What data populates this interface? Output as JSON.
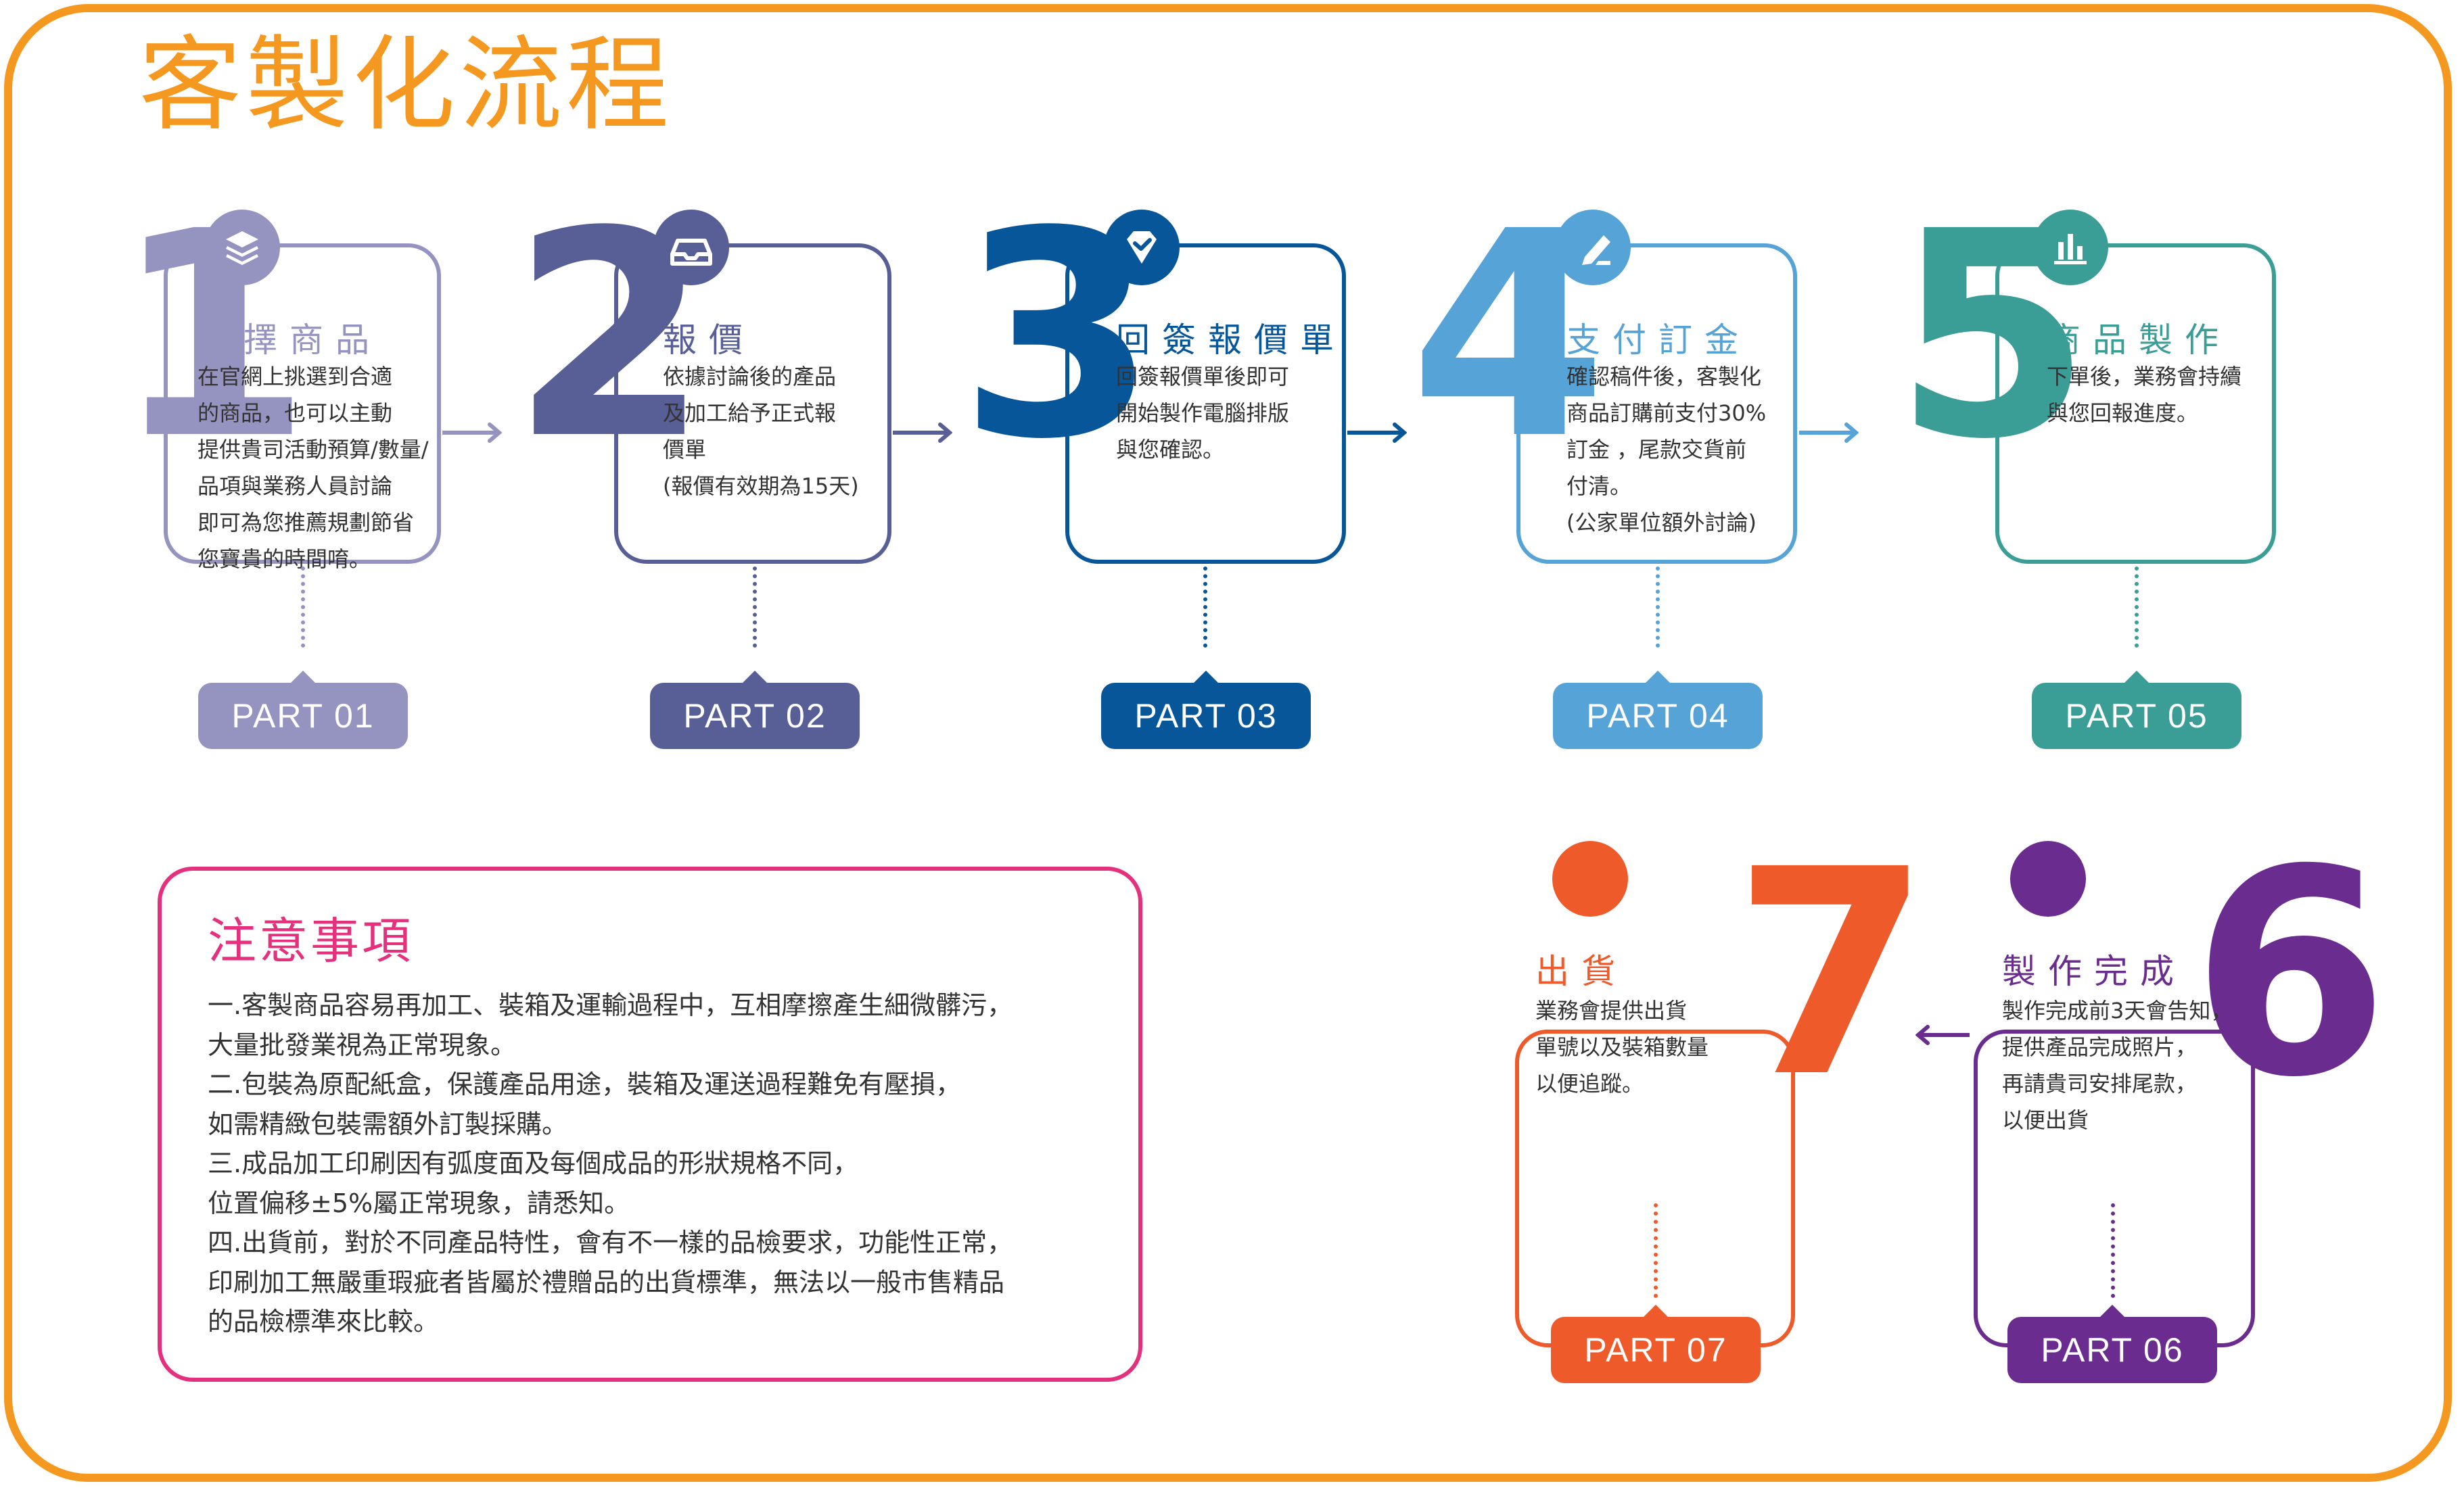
{
  "title": "客製化流程",
  "colors": {
    "frame": "#f5981f",
    "step1": "#9593bf",
    "step2": "#575f96",
    "step3": "#08569a",
    "step4": "#56a3d8",
    "step5": "#3a9e96",
    "step6": "#6a2d8f",
    "step7": "#ef5a2a",
    "notes": "#e5307e",
    "text": "#333333"
  },
  "steps": [
    {
      "number": "1",
      "title": "選擇商品",
      "description": [
        "在官網上挑選到合適",
        "的商品，也可以主動",
        "提供貴司活動預算/數量/",
        "品項與業務人員討論",
        "即可為您推薦規劃節省",
        "您寶貴的時間唷。"
      ],
      "part_label": "PART 01",
      "icon": "layers-icon"
    },
    {
      "number": "2",
      "title": "報價",
      "description": [
        "依據討論後的產品",
        "及加工給予正式報",
        "價單",
        "(報價有效期為15天)"
      ],
      "part_label": "PART 02",
      "icon": "inbox-tray-icon"
    },
    {
      "number": "3",
      "title": "回簽報價單",
      "description": [
        "回簽報價單後即可",
        "開始製作電腦排版",
        "與您確認。"
      ],
      "part_label": "PART 03",
      "icon": "diamond-check-icon"
    },
    {
      "number": "4",
      "title": "支付訂金",
      "description": [
        "確認稿件後，客製化",
        "商品訂購前支付30%",
        "訂金 ，尾款交貨前",
        "付清。",
        "(公家單位額外討論)"
      ],
      "part_label": "PART 04",
      "icon": "edit-pen-icon"
    },
    {
      "number": "5",
      "title": "商品製作",
      "description": [
        "下單後，業務會持續",
        "與您回報進度。"
      ],
      "part_label": "PART 05",
      "icon": "bar-chart-icon"
    },
    {
      "number": "6",
      "title": "製作完成",
      "description": [
        "製作完成前3天會告知，",
        "提供產品完成照片，",
        "再請貴司安排尾款，",
        "以便出貨"
      ],
      "part_label": "PART 06",
      "icon": "dot"
    },
    {
      "number": "7",
      "title": "出貨",
      "description": [
        "業務會提供出貨",
        "單號以及裝箱數量",
        "以便追蹤。"
      ],
      "part_label": "PART 07",
      "icon": "dot"
    }
  ],
  "notes": {
    "title": "注意事項",
    "lines": [
      "一.客製商品容易再加工、裝箱及運輸過程中，互相摩擦產生細微髒污，",
      "大量批發業視為正常現象。",
      "二.包裝為原配紙盒，保護產品用途，裝箱及運送過程難免有壓損，",
      "如需精緻包裝需額外訂製採購。",
      "三.成品加工印刷因有弧度面及每個成品的形狀規格不同，",
      "位置偏移±5%屬正常現象，請悉知。",
      "四.出貨前，對於不同產品特性，會有不一樣的品檢要求，功能性正常，",
      "印刷加工無嚴重瑕疵者皆屬於禮贈品的出貨標準，無法以一般市售精品",
      "的品檢標準來比較。"
    ]
  }
}
